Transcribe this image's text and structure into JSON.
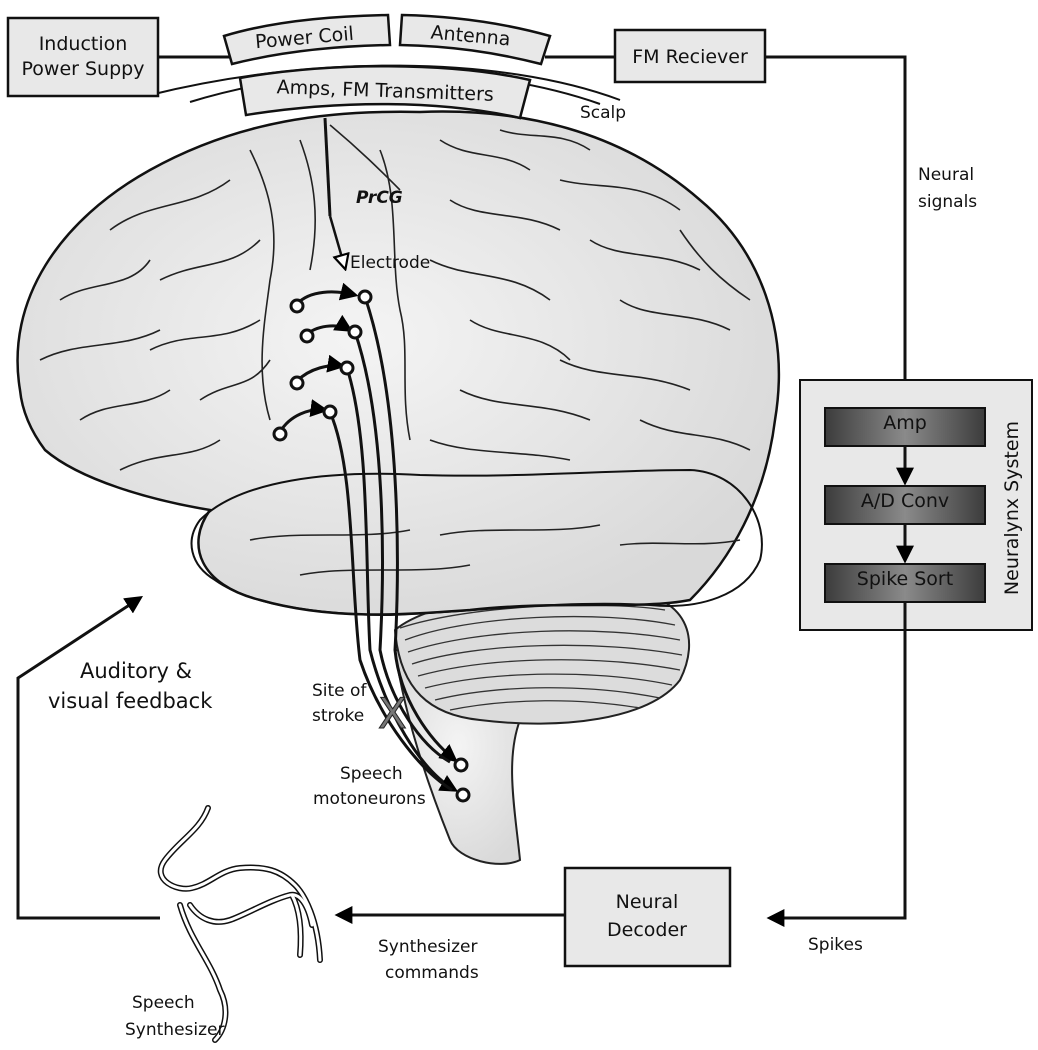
{
  "boxes": {
    "induction_line1": "Induction",
    "induction_line2": "Power Suppy",
    "power_coil": "Power Coil",
    "antenna": "Antenna",
    "amps": "Amps, FM Transmitters",
    "fm_receiver": "FM Reciever",
    "neural_decoder_line1": "Neural",
    "neural_decoder_line2": "Decoder"
  },
  "neuralynx": {
    "title": "Neuralynx System",
    "amp": "Amp",
    "ad": "A/D Conv",
    "spike_sort": "Spike Sort"
  },
  "labels": {
    "scalp": "Scalp",
    "neural_signals_line1": "Neural",
    "neural_signals_line2": "signals",
    "prcg": "PrCG",
    "electrode": "Electrode",
    "site_line1": "Site of",
    "site_line2": "stroke",
    "motoneurons_line1": "Speech",
    "motoneurons_line2": "motoneurons",
    "feedback_line1": "Auditory &",
    "feedback_line2": "visual feedback",
    "spikes": "Spikes",
    "synth_cmd_line1": "Synthesizer",
    "synth_cmd_line2": "commands",
    "synth_line1": "Speech",
    "synth_line2": "Synthesizer",
    "stroke_mark": "X"
  },
  "colors": {
    "brain_fill": "#e2e2e2",
    "box_fill": "#e8e8e8",
    "dark_box": "#4a4a4a"
  }
}
